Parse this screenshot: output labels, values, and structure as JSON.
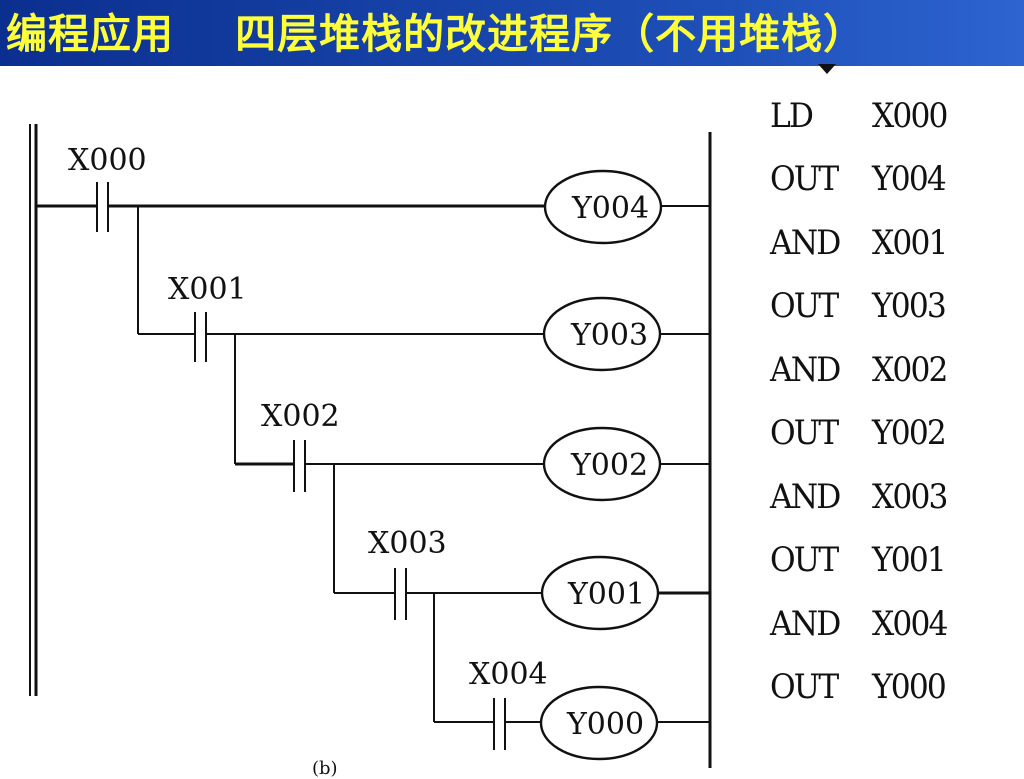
{
  "title": "编程应用    四层堆栈的改进程序（不用堆栈）",
  "ladder": {
    "rungs": [
      {
        "contact": "X000",
        "coil": "Y004"
      },
      {
        "contact": "X001",
        "coil": "Y003"
      },
      {
        "contact": "X002",
        "coil": "Y002"
      },
      {
        "contact": "X003",
        "coil": "Y001"
      },
      {
        "contact": "X004",
        "coil": "Y000"
      }
    ]
  },
  "instruction_list": [
    {
      "op": "LD",
      "arg": "X000"
    },
    {
      "op": "OUT",
      "arg": "Y004"
    },
    {
      "op": "AND",
      "arg": "X001"
    },
    {
      "op": "OUT",
      "arg": "Y003"
    },
    {
      "op": "AND",
      "arg": "X002"
    },
    {
      "op": "OUT",
      "arg": "Y002"
    },
    {
      "op": "AND",
      "arg": "X003"
    },
    {
      "op": "OUT",
      "arg": "Y001"
    },
    {
      "op": "AND",
      "arg": "X004"
    },
    {
      "op": "OUT",
      "arg": "Y000"
    }
  ],
  "caption": "(b)"
}
